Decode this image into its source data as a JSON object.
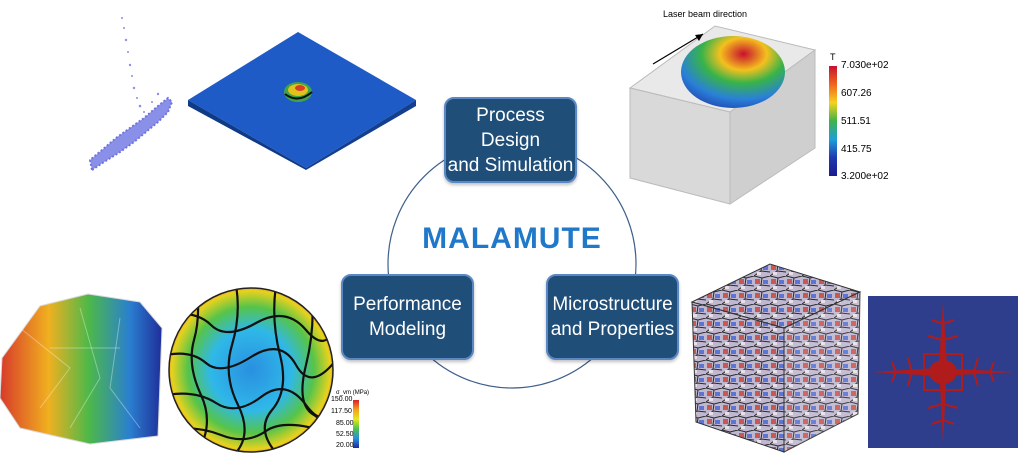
{
  "title": "MALAMUTE",
  "nodes": [
    {
      "line1": "Process Design",
      "line2": "and Simulation"
    },
    {
      "line1": "Performance",
      "line2": "Modeling"
    },
    {
      "line1": "Microstructure",
      "line2": "and Properties"
    }
  ],
  "melt_pool": {
    "arrow_label": "Laser beam direction",
    "colorbar_title": "T",
    "ticks": [
      "7.030e+02",
      "607.26",
      "511.51",
      "415.75",
      "3.200e+02"
    ]
  },
  "stress_map": {
    "colorbar_title": "σ_vm (MPa)",
    "ticks": [
      "150.00",
      "117.50",
      "85.00",
      "52.50",
      "20.00"
    ]
  },
  "colors": {
    "node_fill": "#1f4e79",
    "node_border": "#5b87c5",
    "title": "#1f78c8",
    "plate": "#1e5bc6",
    "dendrite_bg": "#2f3e8c",
    "dendrite": "#b01c1c"
  }
}
